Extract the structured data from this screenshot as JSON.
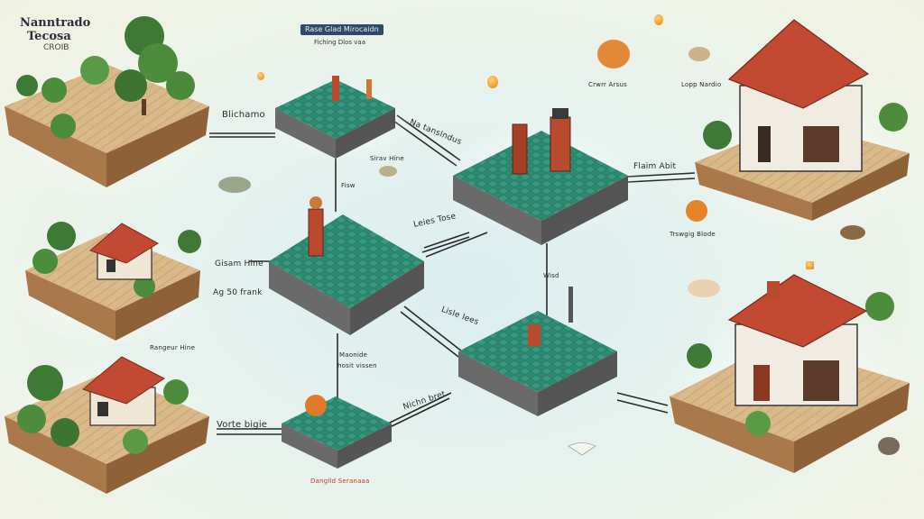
{
  "game": {
    "title_line1": "Nanntrado",
    "title_line2": "Tecosa",
    "title_line3": "CROIB",
    "banner": "Rase Glad Mirocaidn",
    "banner_sub": "Fiching Dlos vaa"
  },
  "labels": {
    "blichamo": "Blichamo",
    "na_tanslndus": "Na tanslndus",
    "siraw_hine": "Sirav Hine",
    "fiswr": "Fisw",
    "leos_tose": "Leies Tose",
    "flaim_abit": "Flaim Abit",
    "gisam_hine": "Gisam Hine",
    "ag_so_frank": "Ag 50 frank",
    "rangeur_hine": "Rangeur Hine",
    "wisd": "Wisd",
    "lime_lees": "Lisle lees",
    "maonide": "Maonide",
    "massut_vissen": "hosit vissen",
    "nichn_bret": "Nichn bret",
    "vorte_bigie": "Vorte bigie",
    "dangild_seram": "Dangild Seranaaa",
    "top_right_a": "Crwrr Arsus",
    "top_right_b": "Lopp Nardio",
    "right_mid": "Trswgig Blode"
  },
  "colors": {
    "water": "#dbeef0",
    "grass": "#6f8f4a",
    "tile": "#2f8a72",
    "roof": "#c24a32",
    "coin": "#f09a2a"
  }
}
